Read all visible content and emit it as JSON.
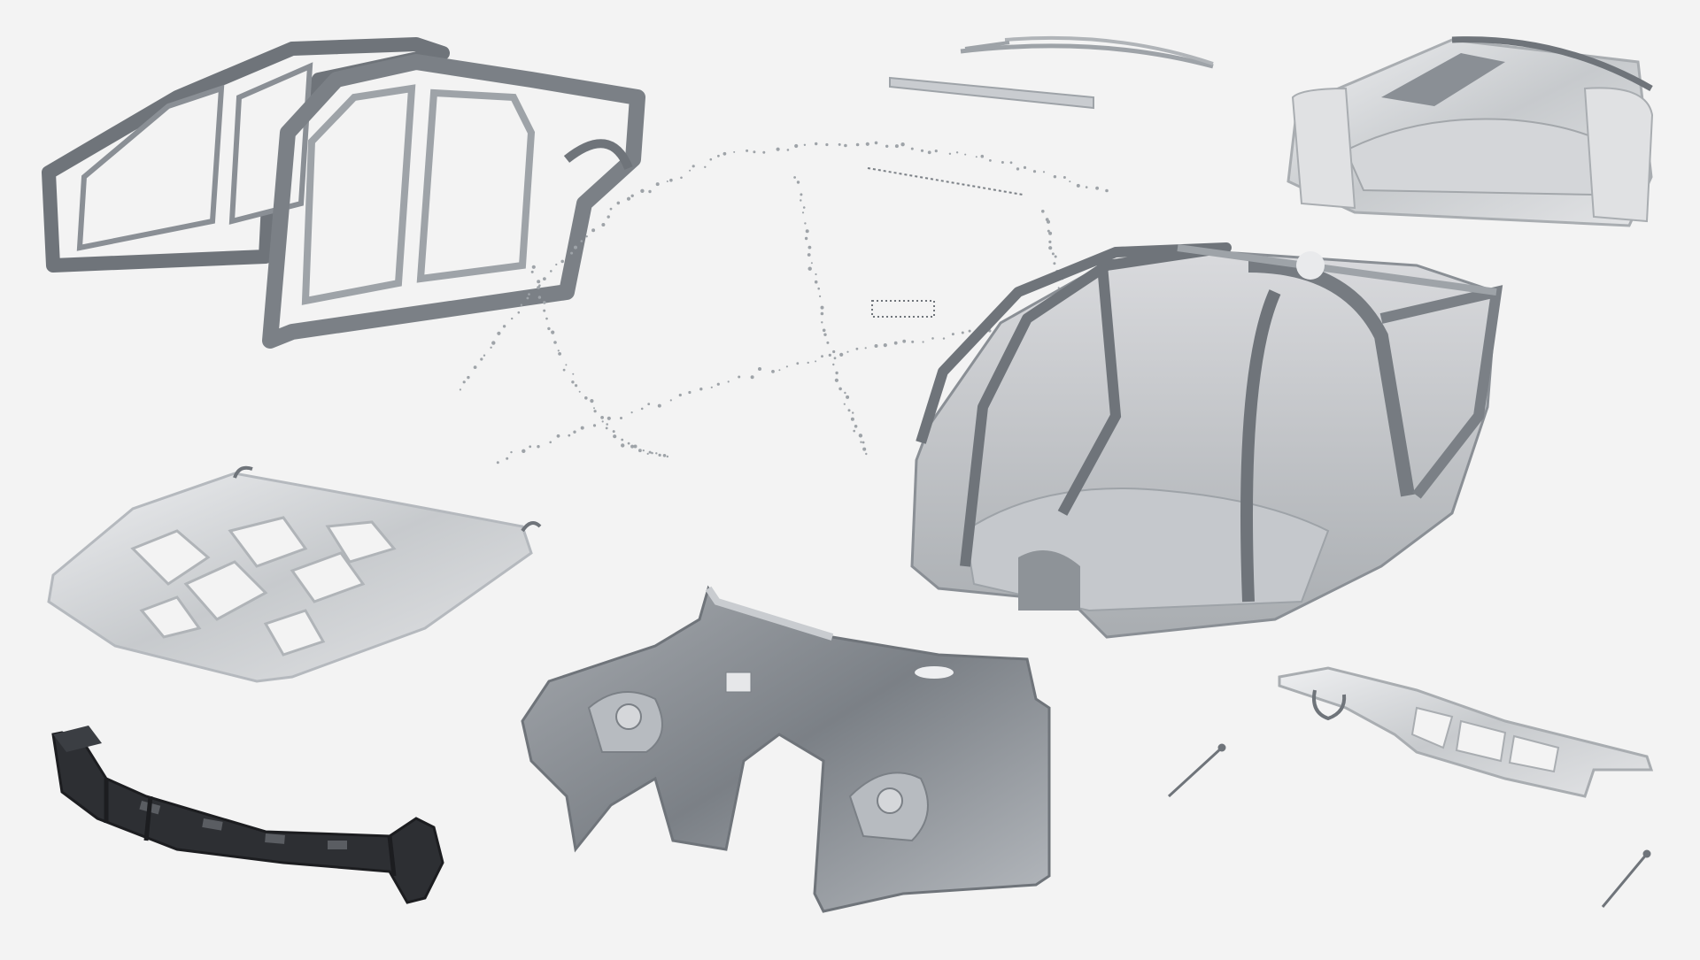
{
  "scene": {
    "background": "#f3f3f3",
    "parts": [
      {
        "name": "side-panels-part"
      },
      {
        "name": "roof-rails-part"
      },
      {
        "name": "rear-floor-assembly-part"
      },
      {
        "name": "spot-weld-points-part"
      },
      {
        "name": "body-in-white-part"
      },
      {
        "name": "hood-inner-panel-part"
      },
      {
        "name": "front-bumper-beam-part"
      },
      {
        "name": "front-end-structure-part"
      },
      {
        "name": "rear-bumper-reinforcement-part"
      },
      {
        "name": "small-pins-part"
      }
    ],
    "colors": {
      "dark_steel": "#6f747a",
      "mid_steel": "#9ea3a8",
      "light_steel": "#c9ccd0",
      "galvanized": "#dcdde0",
      "black_part": "#2d2f33"
    }
  }
}
